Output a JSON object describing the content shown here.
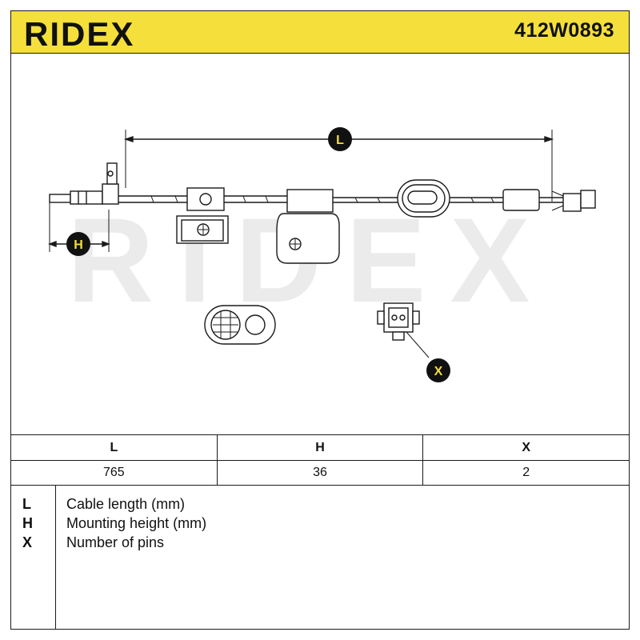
{
  "header": {
    "brand": "RIDEX",
    "part_number": "412W0893"
  },
  "drawing": {
    "watermark": "RIDEX",
    "callouts": {
      "length": "L",
      "height": "H",
      "pins": "X"
    }
  },
  "specs": {
    "columns": [
      "L",
      "H",
      "X"
    ],
    "values": [
      "765",
      "36",
      "2"
    ]
  },
  "legend": [
    {
      "code": "L",
      "description": "Cable length (mm)"
    },
    {
      "code": "H",
      "description": "Mounting height (mm)"
    },
    {
      "code": "X",
      "description": "Number of pins"
    }
  ],
  "colors": {
    "header_bg": "#f5df3b",
    "line": "#1a1a1a",
    "callout_fill": "#111111",
    "callout_text": "#f5df3b",
    "watermark": "#e8e8e8"
  }
}
